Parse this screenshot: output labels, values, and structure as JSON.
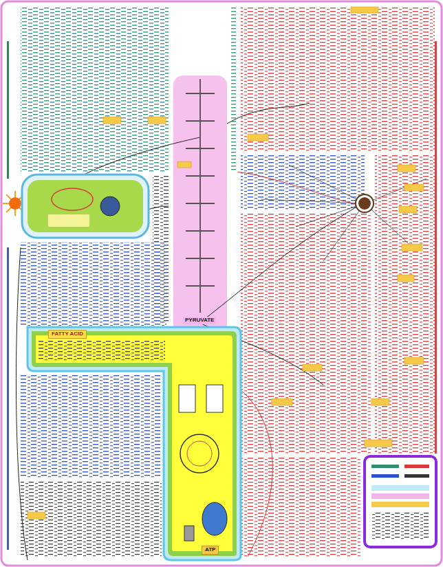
{
  "diagram": {
    "nodes": [
      {
        "text": [
          "FATTY ACID"
        ]
      },
      {
        "text": [
          "PYRUVATE"
        ]
      },
      {
        "text": [
          "ATP"
        ]
      }
    ]
  }
}
